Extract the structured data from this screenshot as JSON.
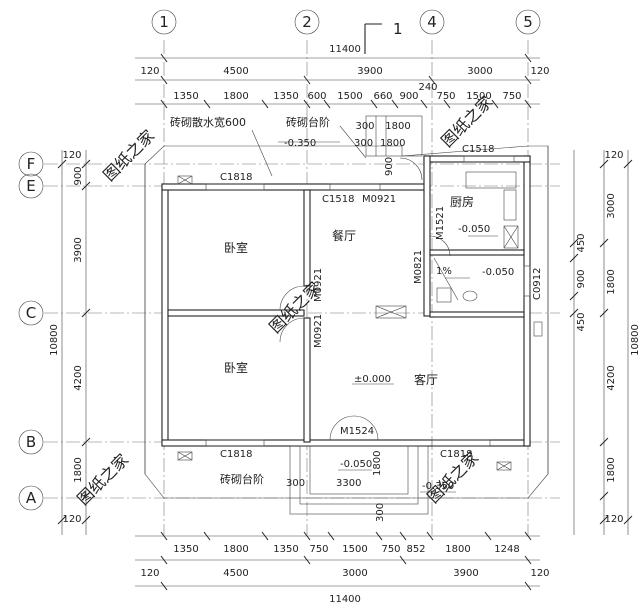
{
  "grid_axes": {
    "columns": [
      "1",
      "2",
      "4",
      "5"
    ],
    "rows": [
      "F",
      "E",
      "C",
      "B",
      "A"
    ]
  },
  "section_mark": "1",
  "dimensions": {
    "top_total": "11400",
    "top_row2": [
      "120",
      "4500",
      "3900",
      "3000",
      "120"
    ],
    "top_row3": [
      "1350",
      "1800",
      "1350",
      "600",
      "1500",
      "660",
      "900",
      "240",
      "750",
      "1500",
      "750"
    ],
    "top_row3b": [
      "300",
      "1800"
    ],
    "bottom_row1": [
      "1350",
      "1800",
      "1350",
      "750",
      "1500",
      "750",
      "852",
      "1800",
      "1248"
    ],
    "bottom_row2": [
      "120",
      "4500",
      "3000",
      "3900",
      "120"
    ],
    "bottom_total": "11400",
    "left_outer": "10800",
    "left_inner": [
      "120",
      "900",
      "3900",
      "4200",
      "1800",
      "120"
    ],
    "right_outer": "10800",
    "right_mid": [
      "120",
      "3000",
      "1800",
      "4200",
      "1800",
      "120"
    ],
    "right_inner": [
      "450",
      "900",
      "450"
    ]
  },
  "rooms": {
    "bedroom_top": "卧室",
    "bedroom_bottom": "卧室",
    "dining": "餐厅",
    "kitchen": "厨房",
    "living": "客厅"
  },
  "labels": {
    "brick_ditch": "砖砌散水宽600",
    "brick_step_top": "砖砌台阶",
    "brick_step_bottom": "砖砌台阶",
    "elev_top_step": "-0.350",
    "elev_kitchen": "-0.050",
    "elev_bath": "-0.050",
    "elev_living": "±0.000",
    "elev_porch": "-0.050",
    "elev_bottom_right": "-0.350",
    "slope": "1%",
    "porch_width": "3300",
    "porch_300_left": "300",
    "porch_300_right": "300",
    "porch_1800": "1800",
    "door_900": "900",
    "stair_300": "300",
    "stair_1800": "1800"
  },
  "window_door_tags": {
    "c1818_top": "C1818",
    "c1518_kitchen": "C1518",
    "c1518_dining": "C1518",
    "m0921_top": "M0921",
    "m1521": "M1521",
    "m0821": "M0821",
    "c0912": "C0912",
    "m0921_mid": "M0921",
    "m0921_left": "M0921",
    "m1524": "M1524",
    "c1818_bl": "C1818",
    "c1818_br": "C1818"
  },
  "watermark": "图纸之家"
}
